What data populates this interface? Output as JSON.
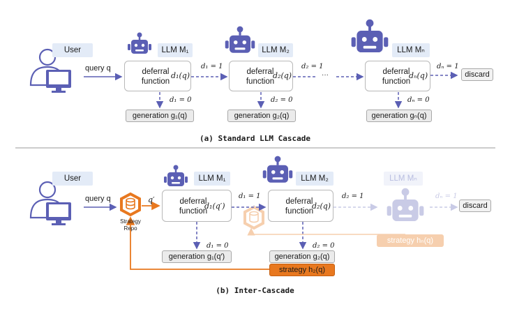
{
  "top": {
    "user_label": "User",
    "query_label": "query q",
    "llm1": "LLM M₁",
    "llm2": "LLM M₂",
    "llmN": "LLM Mₙ",
    "defer_title": "deferral function",
    "d1": "d₁(q)",
    "d2": "d₂(q)",
    "dN": "dₙ(q)",
    "d1_eq1": "d₁ = 1",
    "d2_eq1": "d₂ = 1",
    "dN_eq1": "dₙ = 1",
    "d1_eq0": "d₁ = 0",
    "d2_eq0": "d₂ = 0",
    "dN_eq0": "dₙ = 0",
    "ellipsis": "···",
    "gen1": "generation g₁(q)",
    "gen2": "generation g₂(q)",
    "genN": "generation gₙ(q)",
    "discard": "discard",
    "caption": "(a) Standard LLM Cascade"
  },
  "bottom": {
    "user_label": "User",
    "query_label": "query q",
    "qprime": "q′",
    "strategy_repo": "Strategy Repo",
    "llm1": "LLM M₁",
    "llm2": "LLM M₂",
    "llmN": "LLM Mₙ",
    "defer_title": "deferral function",
    "d1": "d₁(q′)",
    "d2": "d₂(q)",
    "d1_eq1": "d₁ = 1",
    "d2_eq1": "d₂ = 1",
    "dN_eq1": "dₙ = 1",
    "d1_eq0": "d₁ = 0",
    "d2_eq0": "d₂ = 0",
    "gen1": "generation g₁(q′)",
    "gen2": "generation g₂(q)",
    "strategy2": "strategy h₂(q)",
    "strategyN": "strategy hₙ(q)",
    "discard": "discard",
    "caption": "(b) Inter-Cascade"
  },
  "colors": {
    "robot": "#5b5fb4",
    "robot_faded": "#c9cbe6",
    "arrow": "#5b5fb4",
    "orange": "#e8781f",
    "orange_faded": "#f6cfae",
    "label_bg": "#e3ebf7"
  }
}
